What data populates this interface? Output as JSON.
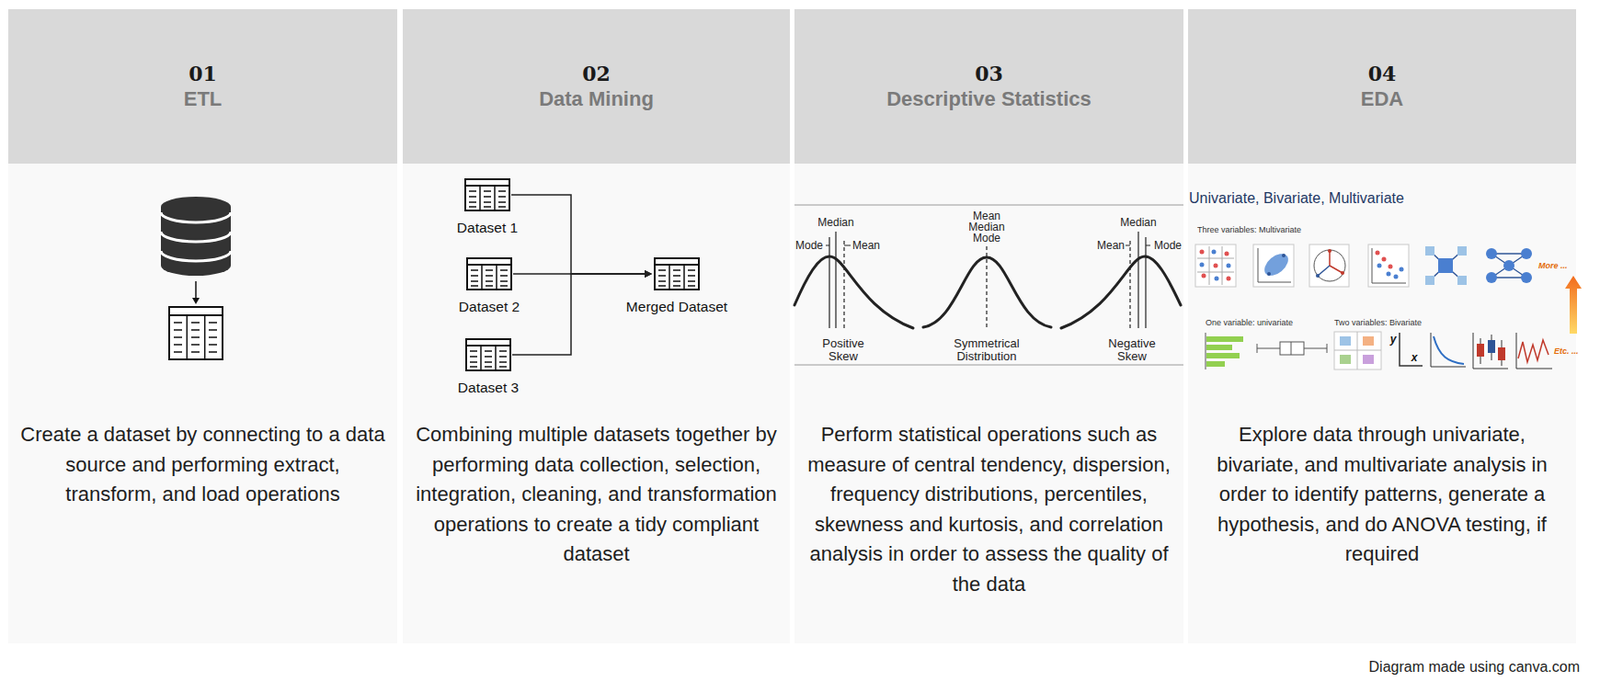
{
  "diagram": {
    "nodes": [
      {
        "text": [
          "01",
          "ETL"
        ]
      },
      {
        "text": [
          "Create a dataset by connecting to a data source and performing extract, transform, and load operations"
        ]
      },
      {
        "text": [
          "02",
          "Data Mining"
        ]
      },
      {
        "text": [
          "Combining multiple datasets together by performing data collection, selection, integration, cleaning, and transformation operations to create a tidy compliant dataset"
        ]
      },
      {
        "text": [
          "Dataset 1"
        ],
        "in": 3
      },
      {
        "text": [
          "Dataset 2"
        ],
        "in": 3
      },
      {
        "text": [
          "Dataset 3"
        ],
        "in": 3
      },
      {
        "text": [
          "Merged Dataset"
        ],
        "in": 3
      },
      {
        "text": [
          "03",
          "Descriptive Statistics"
        ]
      },
      {
        "text": [
          "Perform statistical operations such as measure of central tendency, dispersion, frequency distributions, percentiles, skewness and kurtosis, and correlation analysis in order to assess the quality of the data"
        ]
      },
      {
        "text": [
          "04",
          "EDA"
        ]
      },
      {
        "text": [
          "Explore data through univariate, bivariate, and multivariate analysis in order to identify patterns, generate a hypothesis, and do ANOVA testing, if required"
        ]
      }
    ],
    "edges": [
      {
        "from": 4,
        "to": 7,
        "arrow": "to"
      },
      {
        "from": 5,
        "to": 7,
        "arrow": "to"
      },
      {
        "from": 6,
        "to": 7,
        "arrow": "to"
      }
    ],
    "labels": [
      "Mode",
      "Median",
      "Mean",
      "Positive Skew",
      "Mean Median Mode",
      "Symmetrical Distribution",
      "Median",
      "Mean",
      "Mode",
      "Negative Skew",
      "Univariate, Bivariate, Multivariate",
      "Three variables: Multivariate",
      "More ...",
      "One variable: univariate",
      "Two variables: Bivariate",
      "y",
      "x",
      "Etc. ...",
      "Diagram made using canva.com"
    ]
  }
}
